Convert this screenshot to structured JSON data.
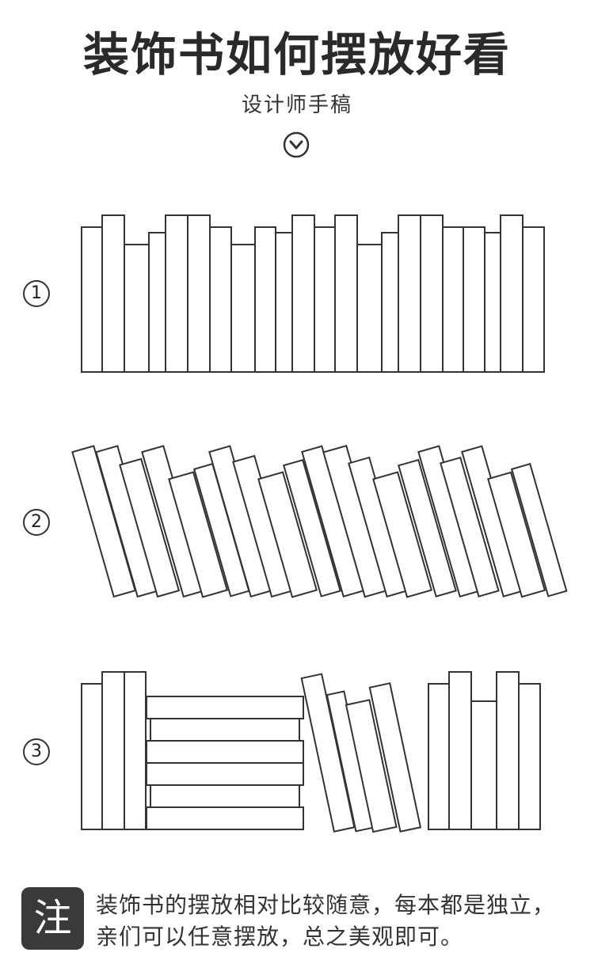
{
  "header": {
    "title": "装饰书如何摆放好看",
    "subtitle": "设计师手稿",
    "arrow_icon": "chevron-down-circle-icon"
  },
  "sections": [
    {
      "number": "1"
    },
    {
      "number": "2"
    },
    {
      "number": "3"
    }
  ],
  "note": {
    "badge": "注",
    "text": "装饰书的摆放相对比较随意，每本都是独立，亲们可以任意摆放，总之美观即可。"
  },
  "colors": {
    "stroke": "#333333",
    "book_fill": "#ffffff",
    "badge_bg": "#3a3a3a"
  }
}
